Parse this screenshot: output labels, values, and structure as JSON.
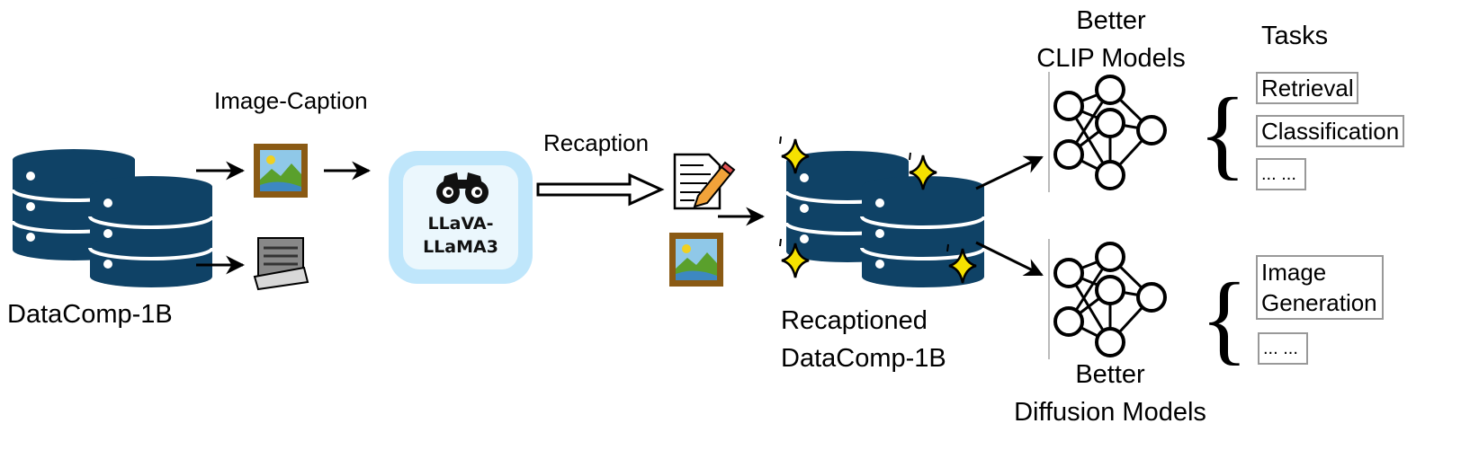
{
  "source": {
    "label": "DataComp-1B"
  },
  "pair_label": "Image-Caption",
  "model": {
    "line1": "LLaVA-",
    "line2": "LLaMA3"
  },
  "process_label": "Recaption",
  "output": {
    "line1": "Recaptioned",
    "line2": "DataComp-1B"
  },
  "clip": {
    "line1": "Better",
    "line2": "CLIP Models"
  },
  "diffusion": {
    "line1": "Better",
    "line2": "Diffusion Models"
  },
  "tasks_title": "Tasks",
  "clip_tasks": [
    "Retrieval",
    "Classification",
    "... ..."
  ],
  "diffusion_tasks": {
    "item1_line1": "Image",
    "item1_line2": "Generation",
    "item2": "... ..."
  },
  "colors": {
    "database": "#0f4266",
    "frame": "#8a5a14",
    "llava_glow": "#bfe6fb",
    "sparkle": "#f5e100"
  },
  "icons": [
    "database-icon",
    "image-icon",
    "document-icon",
    "binoculars-icon",
    "notepad-pencil-icon",
    "sparkle-icon",
    "neural-network-icon"
  ]
}
